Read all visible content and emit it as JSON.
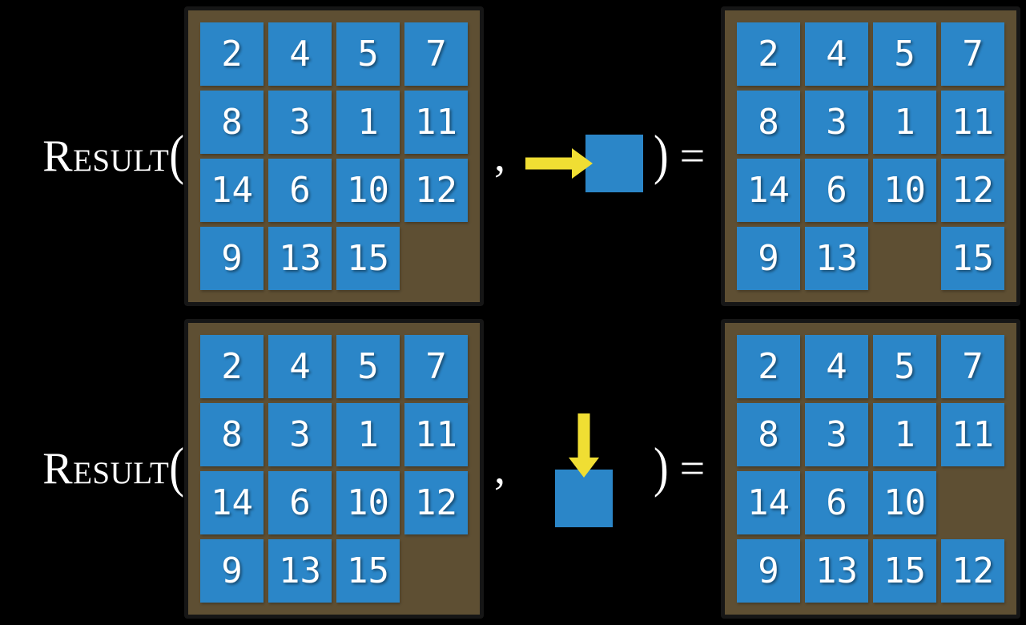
{
  "figure": {
    "description": "Two applications of the RESULT function on 15-puzzle states",
    "colors": {
      "background": "#000000",
      "board_frame": "#5e4f33",
      "board_border": "#161616",
      "tile": "#2b86c8",
      "tile_text": "#ffffff",
      "arrow": "#f0de33",
      "label_text": "#ffffff"
    },
    "rows": [
      {
        "function_name": "Result",
        "open_paren": "(",
        "comma": ",",
        "close_paren": ")",
        "equals": "=",
        "action": {
          "icon": "arrow-right-icon",
          "direction": "right"
        },
        "input_board": [
          [
            2,
            4,
            5,
            7
          ],
          [
            8,
            3,
            1,
            11
          ],
          [
            14,
            6,
            10,
            12
          ],
          [
            9,
            13,
            15,
            null
          ]
        ],
        "output_board": [
          [
            2,
            4,
            5,
            7
          ],
          [
            8,
            3,
            1,
            11
          ],
          [
            14,
            6,
            10,
            12
          ],
          [
            9,
            13,
            null,
            15
          ]
        ]
      },
      {
        "function_name": "Result",
        "open_paren": "(",
        "comma": ",",
        "close_paren": ")",
        "equals": "=",
        "action": {
          "icon": "arrow-down-icon",
          "direction": "down"
        },
        "input_board": [
          [
            2,
            4,
            5,
            7
          ],
          [
            8,
            3,
            1,
            11
          ],
          [
            14,
            6,
            10,
            12
          ],
          [
            9,
            13,
            15,
            null
          ]
        ],
        "output_board": [
          [
            2,
            4,
            5,
            7
          ],
          [
            8,
            3,
            1,
            11
          ],
          [
            14,
            6,
            10,
            null
          ],
          [
            9,
            13,
            15,
            12
          ]
        ]
      }
    ]
  }
}
